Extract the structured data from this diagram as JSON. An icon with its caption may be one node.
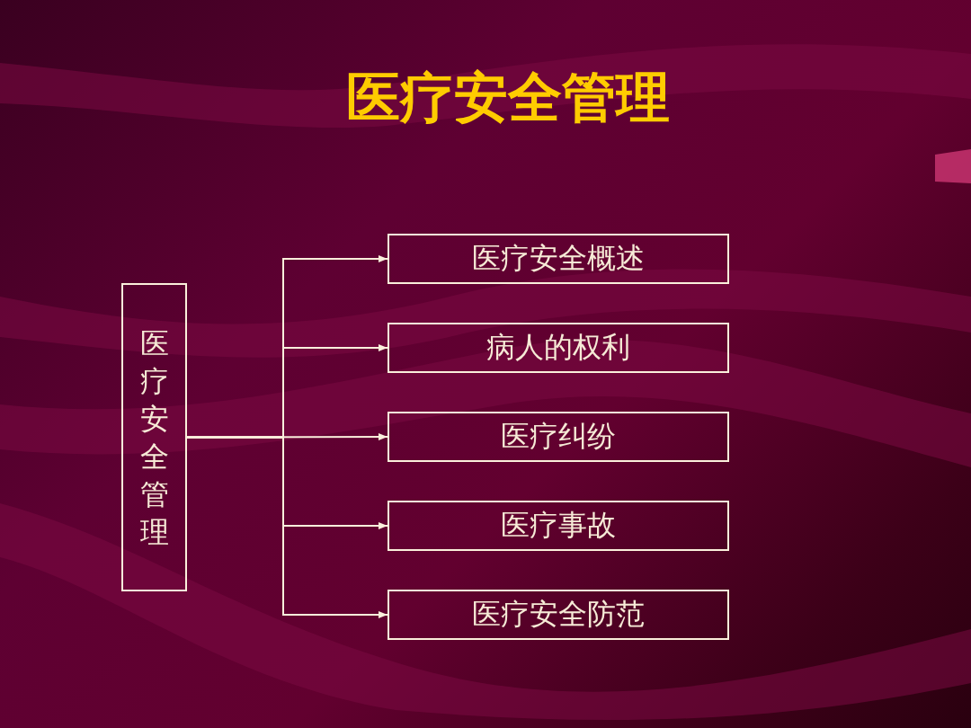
{
  "diagram": {
    "title": "医疗安全管理",
    "nodes": [
      {
        "text": [
          "医疗安全管理"
        ]
      },
      {
        "text": [
          "医疗安全概述"
        ]
      },
      {
        "text": [
          "病人的权利"
        ]
      },
      {
        "text": [
          "医疗纠纷"
        ]
      },
      {
        "text": [
          "医疗事故"
        ]
      },
      {
        "text": [
          "医疗安全防范"
        ]
      }
    ],
    "edges": [
      {
        "from": 0,
        "to": 1,
        "arrow": "to"
      },
      {
        "from": 0,
        "to": 2,
        "arrow": "to"
      },
      {
        "from": 0,
        "to": 3,
        "arrow": "to"
      },
      {
        "from": 0,
        "to": 4,
        "arrow": "to"
      },
      {
        "from": 0,
        "to": 5,
        "arrow": "to"
      }
    ]
  }
}
